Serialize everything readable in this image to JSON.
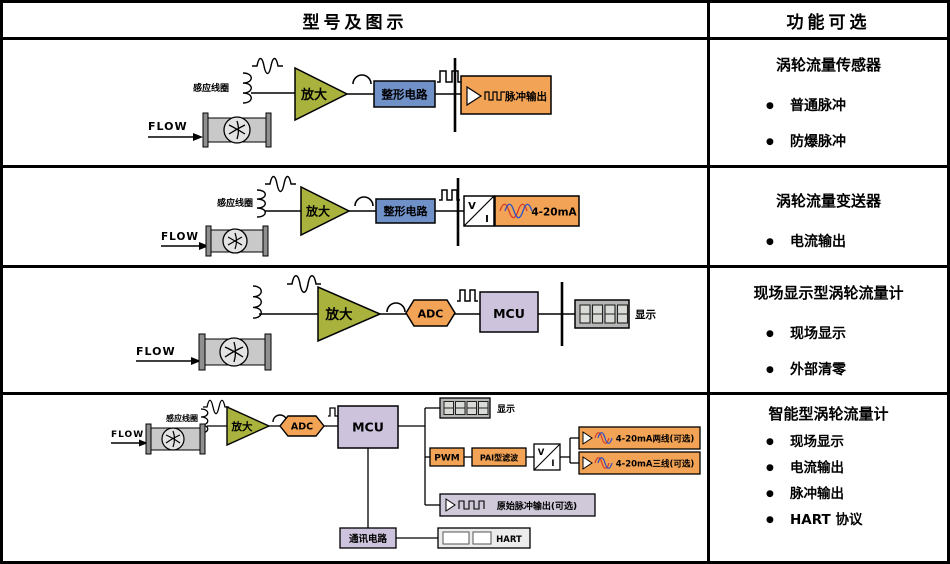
{
  "header": {
    "left_title": "型号及图示",
    "right_title": "功能可选"
  },
  "labels": {
    "coil": "感应线圈",
    "flow": "FLOW",
    "amp": "放大",
    "shaping": "整形电路",
    "pulse_output": "脉冲输出",
    "vi_v": "V",
    "vi_i": "I",
    "current_output": "4-20mA",
    "adc": "ADC",
    "mcu": "MCU",
    "display": "显示",
    "pwm": "PWM",
    "filter": "PAI型滤波",
    "out_2wire": "4-20mA两线(可选)",
    "out_3wire": "4-20mA三线(可选)",
    "raw_pulse": "原始脉冲输出(可选)",
    "comm": "通讯电路",
    "hart": "HART"
  },
  "functions": [
    {
      "title": "涡轮流量传感器",
      "items": [
        "普通脉冲",
        "防爆脉冲"
      ]
    },
    {
      "title": "涡轮流量变送器",
      "items": [
        "电流输出"
      ]
    },
    {
      "title": "现场显示型涡轮流量计",
      "items": [
        "现场显示",
        "外部清零"
      ]
    },
    {
      "title": "智能型涡轮流量计",
      "items": [
        "现场显示",
        "电流输出",
        "脉冲输出",
        "HART 协议"
      ]
    }
  ],
  "colors": {
    "amp": "#a8b23c",
    "shaping": "#7091c8",
    "orange": "#f2a355",
    "mcu": "#cdc3dd",
    "gray_box": "#cfc9d9",
    "display": "#b5b5b5"
  }
}
